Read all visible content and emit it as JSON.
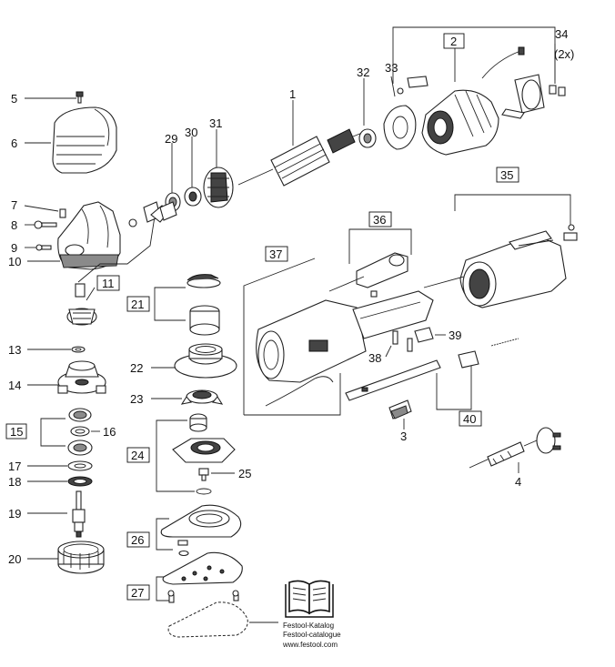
{
  "labels": {
    "p1": "1",
    "p2": "2",
    "p3": "3",
    "p4": "4",
    "p5": "5",
    "p6": "6",
    "p7": "7",
    "p8": "8",
    "p9": "9",
    "p10": "10",
    "p11": "11",
    "p13": "13",
    "p14": "14",
    "p15": "15",
    "p16": "16",
    "p17": "17",
    "p18": "18",
    "p19": "19",
    "p20": "20",
    "p21": "21",
    "p22": "22",
    "p23": "23",
    "p24": "24",
    "p25": "25",
    "p26": "26",
    "p27": "27",
    "p29": "29",
    "p30": "30",
    "p31": "31",
    "p32": "32",
    "p33": "33",
    "p34": "34",
    "p34note": "(2x)",
    "p35": "35",
    "p36": "36",
    "p37": "37",
    "p38": "38",
    "p39": "39",
    "p40": "40"
  },
  "catalog": {
    "line1": "Festool-Katalog",
    "line2": "Festool-catalogue",
    "line3": "www.festool.com"
  },
  "icons": [
    "book-icon"
  ]
}
